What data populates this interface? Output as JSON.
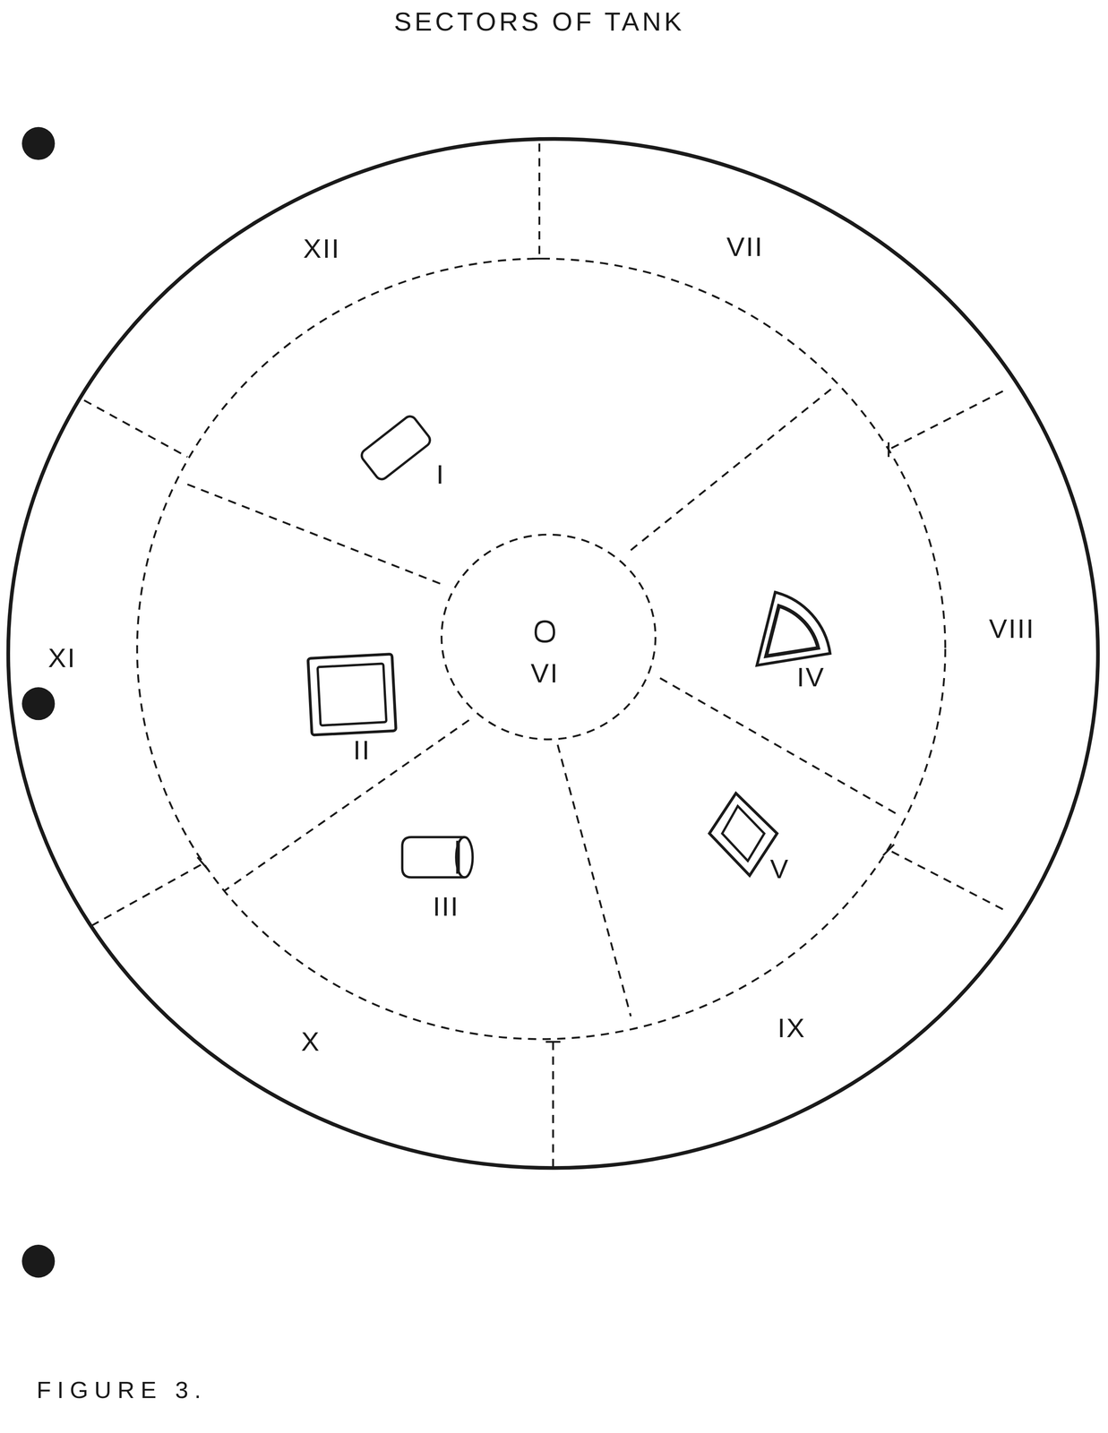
{
  "diagram": {
    "title": "SECTORS OF TANK",
    "caption": "FIGURE 3.",
    "labels": [
      "XII",
      "VII",
      "XI",
      "VIII",
      "I",
      "VI",
      "II",
      "IV",
      "III",
      "V",
      "X",
      "IX"
    ]
  }
}
